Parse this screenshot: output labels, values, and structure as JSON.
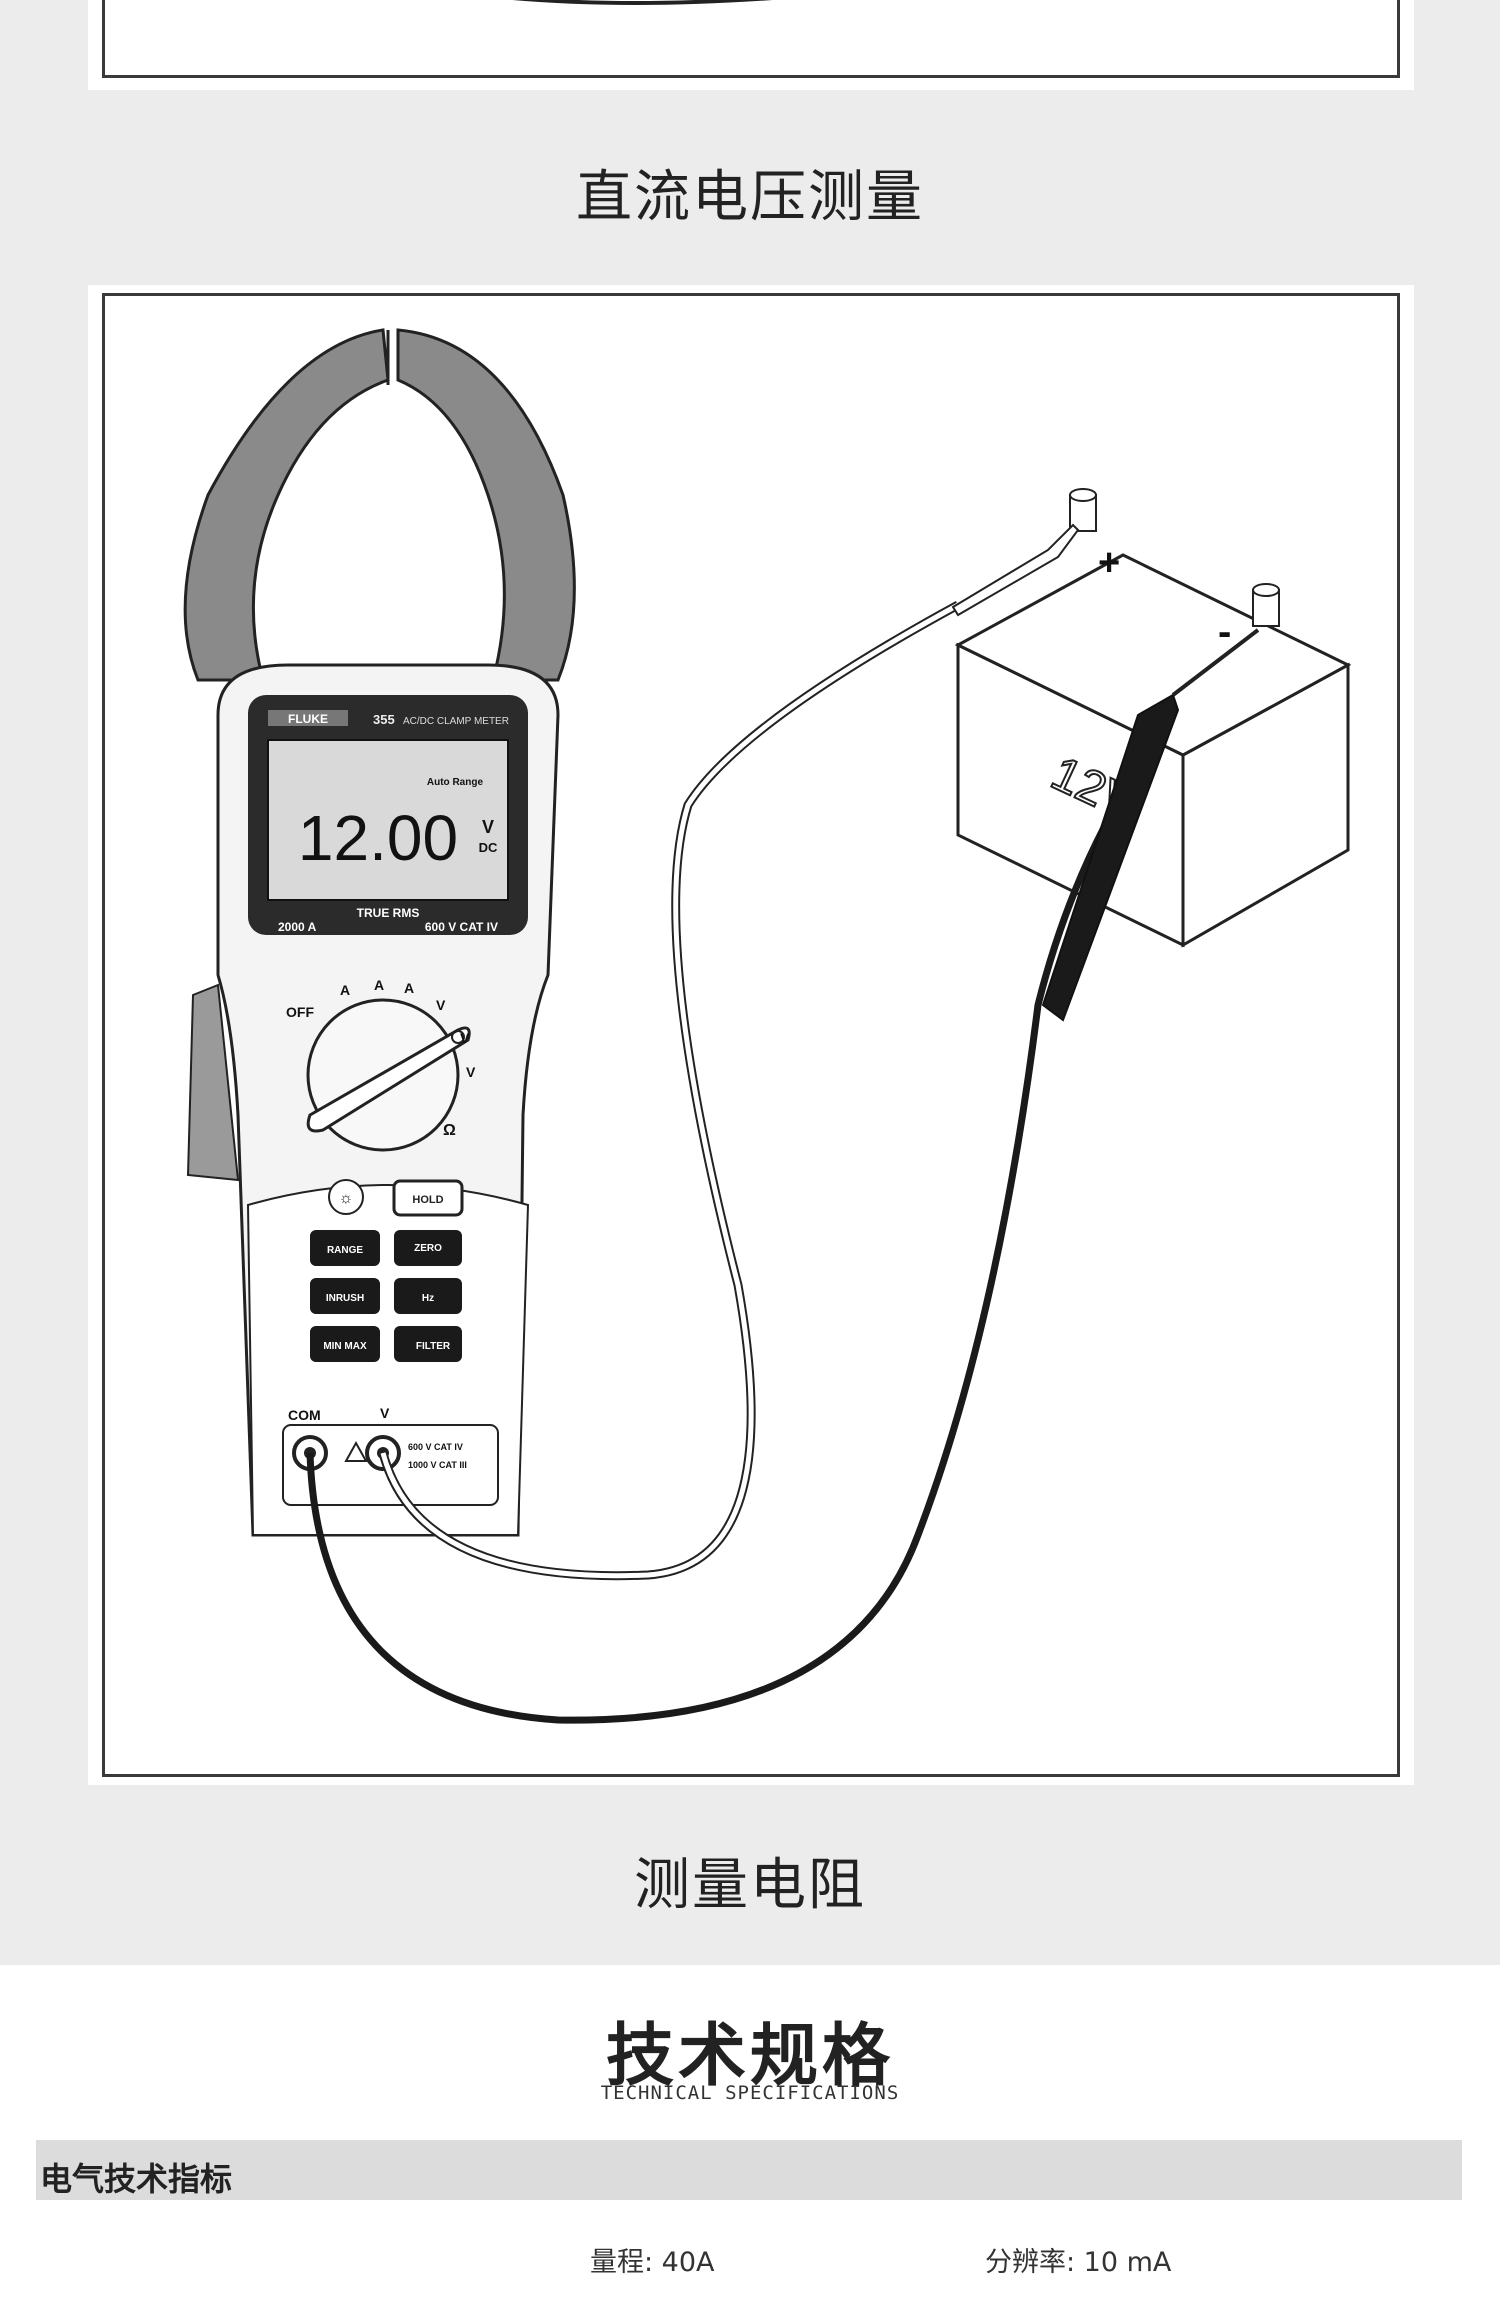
{
  "captions": {
    "dc_voltage": "直流电压测量",
    "resistance": "测量电阻"
  },
  "meter": {
    "brand": "FLUKE",
    "model": "355",
    "model_desc": "AC/DC CLAMP METER",
    "reading": "12.00",
    "auto_range": "Auto Range",
    "unit_main": "V",
    "unit_sub": "DC",
    "true_rms": "TRUE RMS",
    "max_current": "2000 A",
    "cat_rating": "600 V CAT IV",
    "dial_off": "OFF",
    "dial_a_ac": "A",
    "dial_a_dc": "A",
    "dial_a_acdc": "A",
    "dial_v_ac": "V",
    "dial_v_dc": "V",
    "dial_v_acdc": "V",
    "dial_ohm": "Ω",
    "btn_backlight": "☼",
    "btn_hold": "HOLD",
    "btn_range": "RANGE",
    "btn_zero": "ZERO",
    "btn_inrush": "INRUSH",
    "btn_hz": "Hz",
    "btn_minmax": "MIN MAX",
    "btn_filter": "FILTER",
    "jack_com": "COM",
    "jack_v": "V",
    "jack_rating_1": "600 V CAT IV",
    "jack_rating_2": "1000 V CAT III"
  },
  "battery": {
    "label": "12V",
    "plus": "+",
    "minus": "-"
  },
  "spec": {
    "title": "技术规格",
    "subtitle": "TECHNICAL SPECIFICATIONS",
    "section": "电气技术指标",
    "range": "量程: 40A",
    "resolution": "分辨率: 10 mA"
  },
  "colors": {
    "page_bg": "#ececec",
    "clamp_jaw": "#8a8a8a",
    "lcd_bg": "#d9d9d9",
    "bezel": "#2b2b2b"
  }
}
